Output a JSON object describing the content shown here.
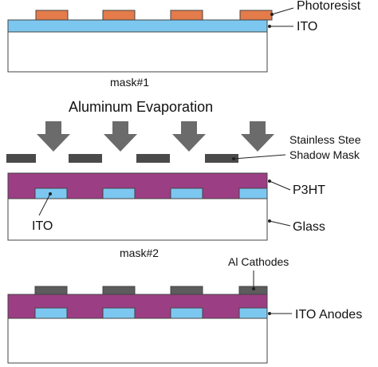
{
  "panel1": {
    "labels": {
      "photoresist": "Photoresist",
      "ito": "ITO",
      "mask": "mask#1"
    }
  },
  "panel2": {
    "title": "Aluminum Evaporation",
    "labels": {
      "shadow_mask_line1": "Stainless Stee",
      "shadow_mask_line2": "Shadow Mask",
      "p3ht": "P3HT",
      "ito": "ITO",
      "glass": "Glass",
      "mask": "mask#2"
    }
  },
  "panel3": {
    "labels": {
      "cathodes": "Al Cathodes",
      "anodes": "ITO Anodes"
    }
  },
  "colors": {
    "photoresist": "#e47b4a",
    "ito": "#7cc7f0",
    "p3ht": "#9c3e84",
    "cathode": "#5c5c5c",
    "shadow_mask": "#4a4a4a",
    "arrow": "#6b6b6b",
    "glass": "#ffffff",
    "outline": "#444444"
  }
}
